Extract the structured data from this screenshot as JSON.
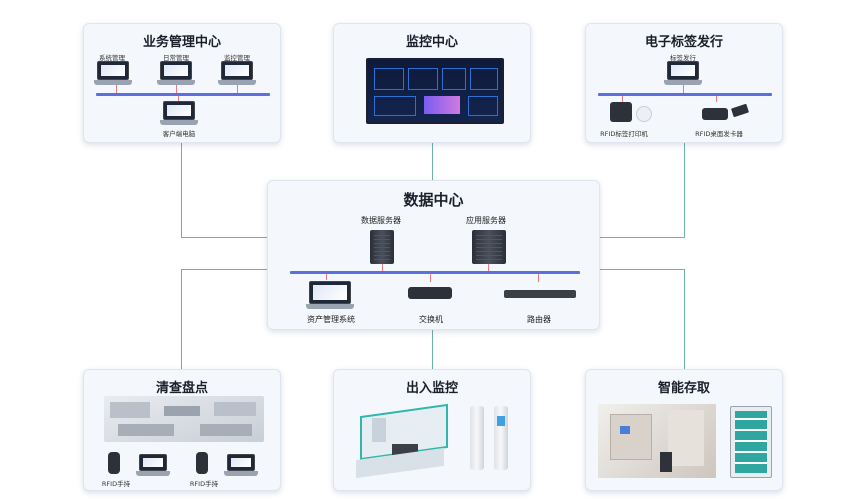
{
  "panels": {
    "business": {
      "title": "业务管理中心",
      "items": [
        "系统管理",
        "日常管理",
        "监控管理"
      ],
      "client": "客户端电脑"
    },
    "monitor": {
      "title": "监控中心"
    },
    "tag": {
      "title": "电子标签发行",
      "items": [
        "标签发行",
        "RFID标签打印机",
        "RFID桌面发卡器"
      ]
    },
    "datacenter": {
      "title": "数据中心",
      "items": [
        "数据服务器",
        "应用服务器",
        "资产管理系统",
        "交换机",
        "路由器"
      ]
    },
    "inventory": {
      "title": "清查盘点",
      "items": [
        "RFID手持",
        "RFID手持"
      ]
    },
    "access": {
      "title": "出入监控"
    },
    "storage": {
      "title": "智能存取"
    }
  },
  "colors": {
    "bus": "#5b6fe0",
    "wire": "#6fb0a8",
    "drop": "#e87b7b"
  }
}
